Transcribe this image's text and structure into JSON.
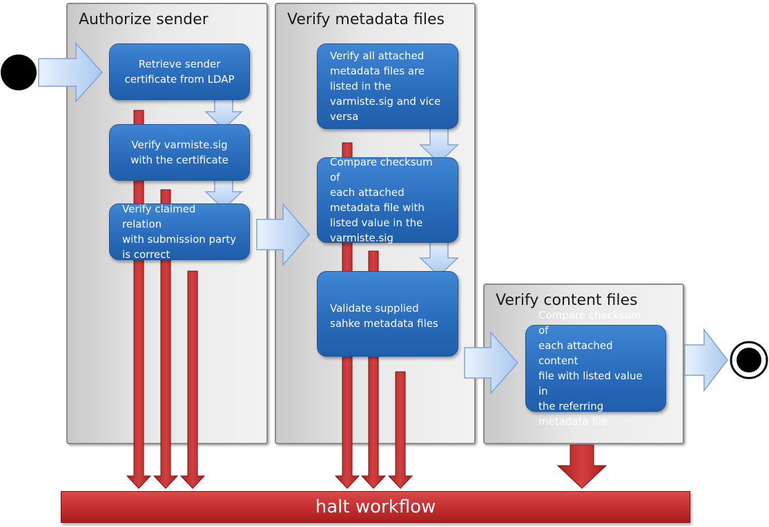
{
  "lanes": {
    "authorize": {
      "title": "Authorize sender"
    },
    "metadata": {
      "title": "Verify metadata files"
    },
    "content": {
      "title": "Verify content files"
    }
  },
  "steps": {
    "retrieve_cert": "Retrieve sender\ncertificate from LDAP",
    "verify_sig": "Verify varmiste.sig\nwith the certificate",
    "verify_relation": "Verify claimed relation\nwith submission party\nis correct",
    "verify_listed": "Verify all attached\nmetadata files are\nlisted in the\nvarmiste.sig and vice\nversa",
    "compare_metadata_checksum": "Compare checksum of\neach attached\nmetadata file with\nlisted value in the\nvarmiste.sig",
    "validate_sahke": "Validate supplied\nsahke metadata files",
    "compare_content_checksum": "Compare checksum of\neach attached content\nfile with listed value in\nthe referring\nmetadata file"
  },
  "halt": {
    "label": "halt workflow"
  },
  "colors": {
    "step_fill": "#2a6dbd",
    "halt_fill": "#c62f2f",
    "flow_arrow": "#c7dcf5",
    "lane_fill": "#e0e0e0"
  }
}
